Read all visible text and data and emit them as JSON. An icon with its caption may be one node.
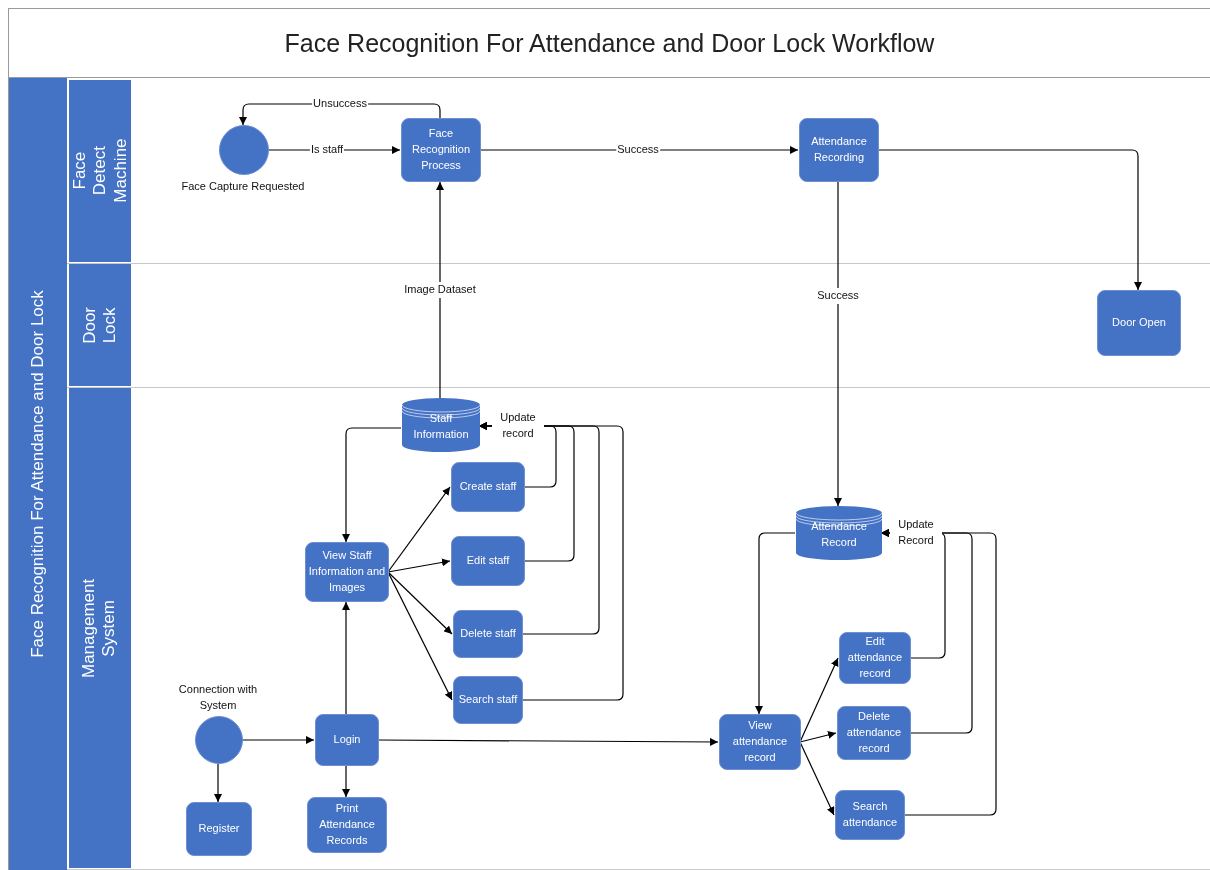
{
  "diagram": {
    "title": "Face Recognition For Attendance and Door Lock Workflow",
    "nodes": [
      {
        "text": [
          "Face Recognition For Attendance and Door Lock"
        ]
      },
      {
        "text": [
          "Face Detect Machine"
        ],
        "in": 0
      },
      {
        "text": [
          "Door Lock"
        ],
        "in": 0
      },
      {
        "text": [
          "Management System"
        ],
        "in": 0
      },
      {
        "text": [],
        "shape": "circle",
        "beside": [
          "Face Capture Requested"
        ],
        "in": 1
      },
      {
        "text": [
          "Face Recognition Process"
        ],
        "in": 1
      },
      {
        "text": [
          "Attendance Recording"
        ],
        "in": 1
      },
      {
        "text": [
          "Door Open"
        ],
        "in": 2
      },
      {
        "text": [
          "Staff Information"
        ],
        "in": 3
      },
      {
        "text": [
          "Create staff"
        ],
        "in": 3
      },
      {
        "text": [
          "Edit staff"
        ],
        "in": 3
      },
      {
        "text": [
          "Delete staff"
        ],
        "in": 3
      },
      {
        "text": [
          "Search staff"
        ],
        "in": 3
      },
      {
        "text": [
          "View Staff Information and Images"
        ],
        "in": 3
      },
      {
        "text": [
          "Attendance Record"
        ],
        "in": 3
      },
      {
        "text": [
          "Edit attendance record"
        ],
        "in": 3
      },
      {
        "text": [
          "Delete attendance record"
        ],
        "in": 3
      },
      {
        "text": [
          "Search attendance"
        ],
        "in": 3
      },
      {
        "text": [
          "View attendance record"
        ],
        "in": 3
      },
      {
        "text": [],
        "shape": "circle",
        "beside": [
          "Connection with System"
        ],
        "in": 3
      },
      {
        "text": [
          "Login"
        ],
        "in": 3
      },
      {
        "text": [
          "Register"
        ],
        "in": 3
      },
      {
        "text": [
          "Print Attendance Records"
        ],
        "in": 3
      }
    ],
    "edges": [
      {
        "from": 4,
        "to": 5,
        "arrow": "to",
        "label": "Is staff"
      },
      {
        "from": 5,
        "to": 4,
        "arrow": "to",
        "label": "Unsuccess"
      },
      {
        "from": 5,
        "to": 6,
        "arrow": "to",
        "label": "Success"
      },
      {
        "from": 6,
        "to": 7,
        "arrow": "to"
      },
      {
        "from": 6,
        "to": 14,
        "arrow": "to",
        "label": "Success"
      },
      {
        "from": 8,
        "to": 5,
        "arrow": "to",
        "label": "Image Dataset"
      },
      {
        "from": 8,
        "to": 13,
        "arrow": "to"
      },
      {
        "from": 13,
        "to": 9,
        "arrow": "to"
      },
      {
        "from": 13,
        "to": 10,
        "arrow": "to"
      },
      {
        "from": 13,
        "to": 11,
        "arrow": "to"
      },
      {
        "from": 13,
        "to": 12,
        "arrow": "to"
      },
      {
        "from": 9,
        "to": 8,
        "arrow": "to",
        "label": "Update record"
      },
      {
        "from": 10,
        "to": 8,
        "arrow": "to"
      },
      {
        "from": 11,
        "to": 8,
        "arrow": "to"
      },
      {
        "from": 12,
        "to": 8,
        "arrow": "to"
      },
      {
        "from": 14,
        "to": 18,
        "arrow": "to"
      },
      {
        "from": 18,
        "to": 15,
        "arrow": "to"
      },
      {
        "from": 18,
        "to": 16,
        "arrow": "to"
      },
      {
        "from": 18,
        "to": 17,
        "arrow": "to"
      },
      {
        "from": 15,
        "to": 14,
        "arrow": "to",
        "label": "Update Record"
      },
      {
        "from": 16,
        "to": 14,
        "arrow": "to"
      },
      {
        "from": 17,
        "to": 14,
        "arrow": "to"
      },
      {
        "from": 19,
        "to": 20,
        "arrow": "to"
      },
      {
        "from": 19,
        "to": 21,
        "arrow": "to"
      },
      {
        "from": 20,
        "to": 22,
        "arrow": "to"
      },
      {
        "from": 20,
        "to": 13,
        "arrow": "to"
      },
      {
        "from": 20,
        "to": 18,
        "arrow": "to"
      }
    ]
  }
}
